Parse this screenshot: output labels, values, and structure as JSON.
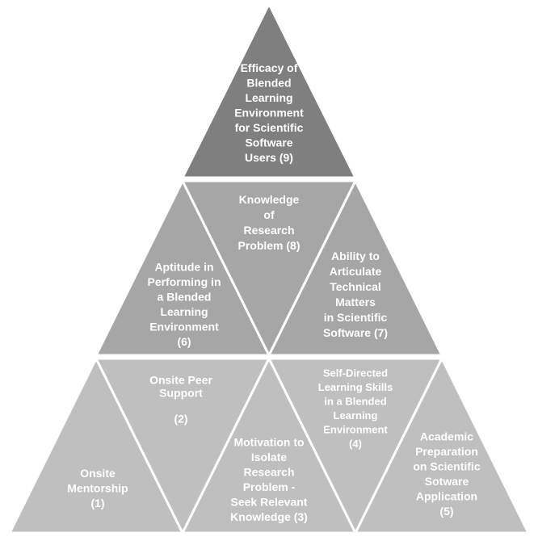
{
  "colors": {
    "background": "#ffffff",
    "border": "#ffffff",
    "top_fill": "#7f7f7f",
    "middle_fill": "#a6a6a6",
    "bottom_fill": "#bfbfbf",
    "text": "#ffffff"
  },
  "pyramid": {
    "top": {
      "lines": [
        "Efficacy of",
        "Blended",
        "Learning",
        "Environment",
        "for Scientific",
        "Software",
        "Users (9)"
      ]
    },
    "middle": [
      {
        "lines": [
          "Aptitude in",
          "Performing in",
          "a Blended",
          "Learning",
          "Environment",
          "(6)"
        ]
      },
      {
        "lines": [
          "Knowledge",
          "of",
          "Research",
          "Problem (8)"
        ]
      },
      {
        "lines": [
          "Ability to",
          "Articulate",
          "Technical",
          "Matters",
          "in Scientific",
          "Software (7)"
        ]
      }
    ],
    "bottom": [
      {
        "lines": [
          "Onsite",
          "Mentorship",
          "(1)"
        ]
      },
      {
        "lines": [
          "Onsite Peer",
          "Support",
          "",
          "(2)"
        ]
      },
      {
        "lines": [
          "Motivation to",
          "Isolate",
          "Research",
          "Problem -",
          "Seek Relevant",
          "Knowledge (3)"
        ]
      },
      {
        "lines": [
          "Self-Directed",
          "Learning Skills",
          "in a Blended",
          "Learning",
          "Environment",
          "(4)"
        ]
      },
      {
        "lines": [
          "Academic",
          "Preparation",
          "on Scientific",
          "Sotware",
          "Application",
          "(5)"
        ]
      }
    ]
  }
}
